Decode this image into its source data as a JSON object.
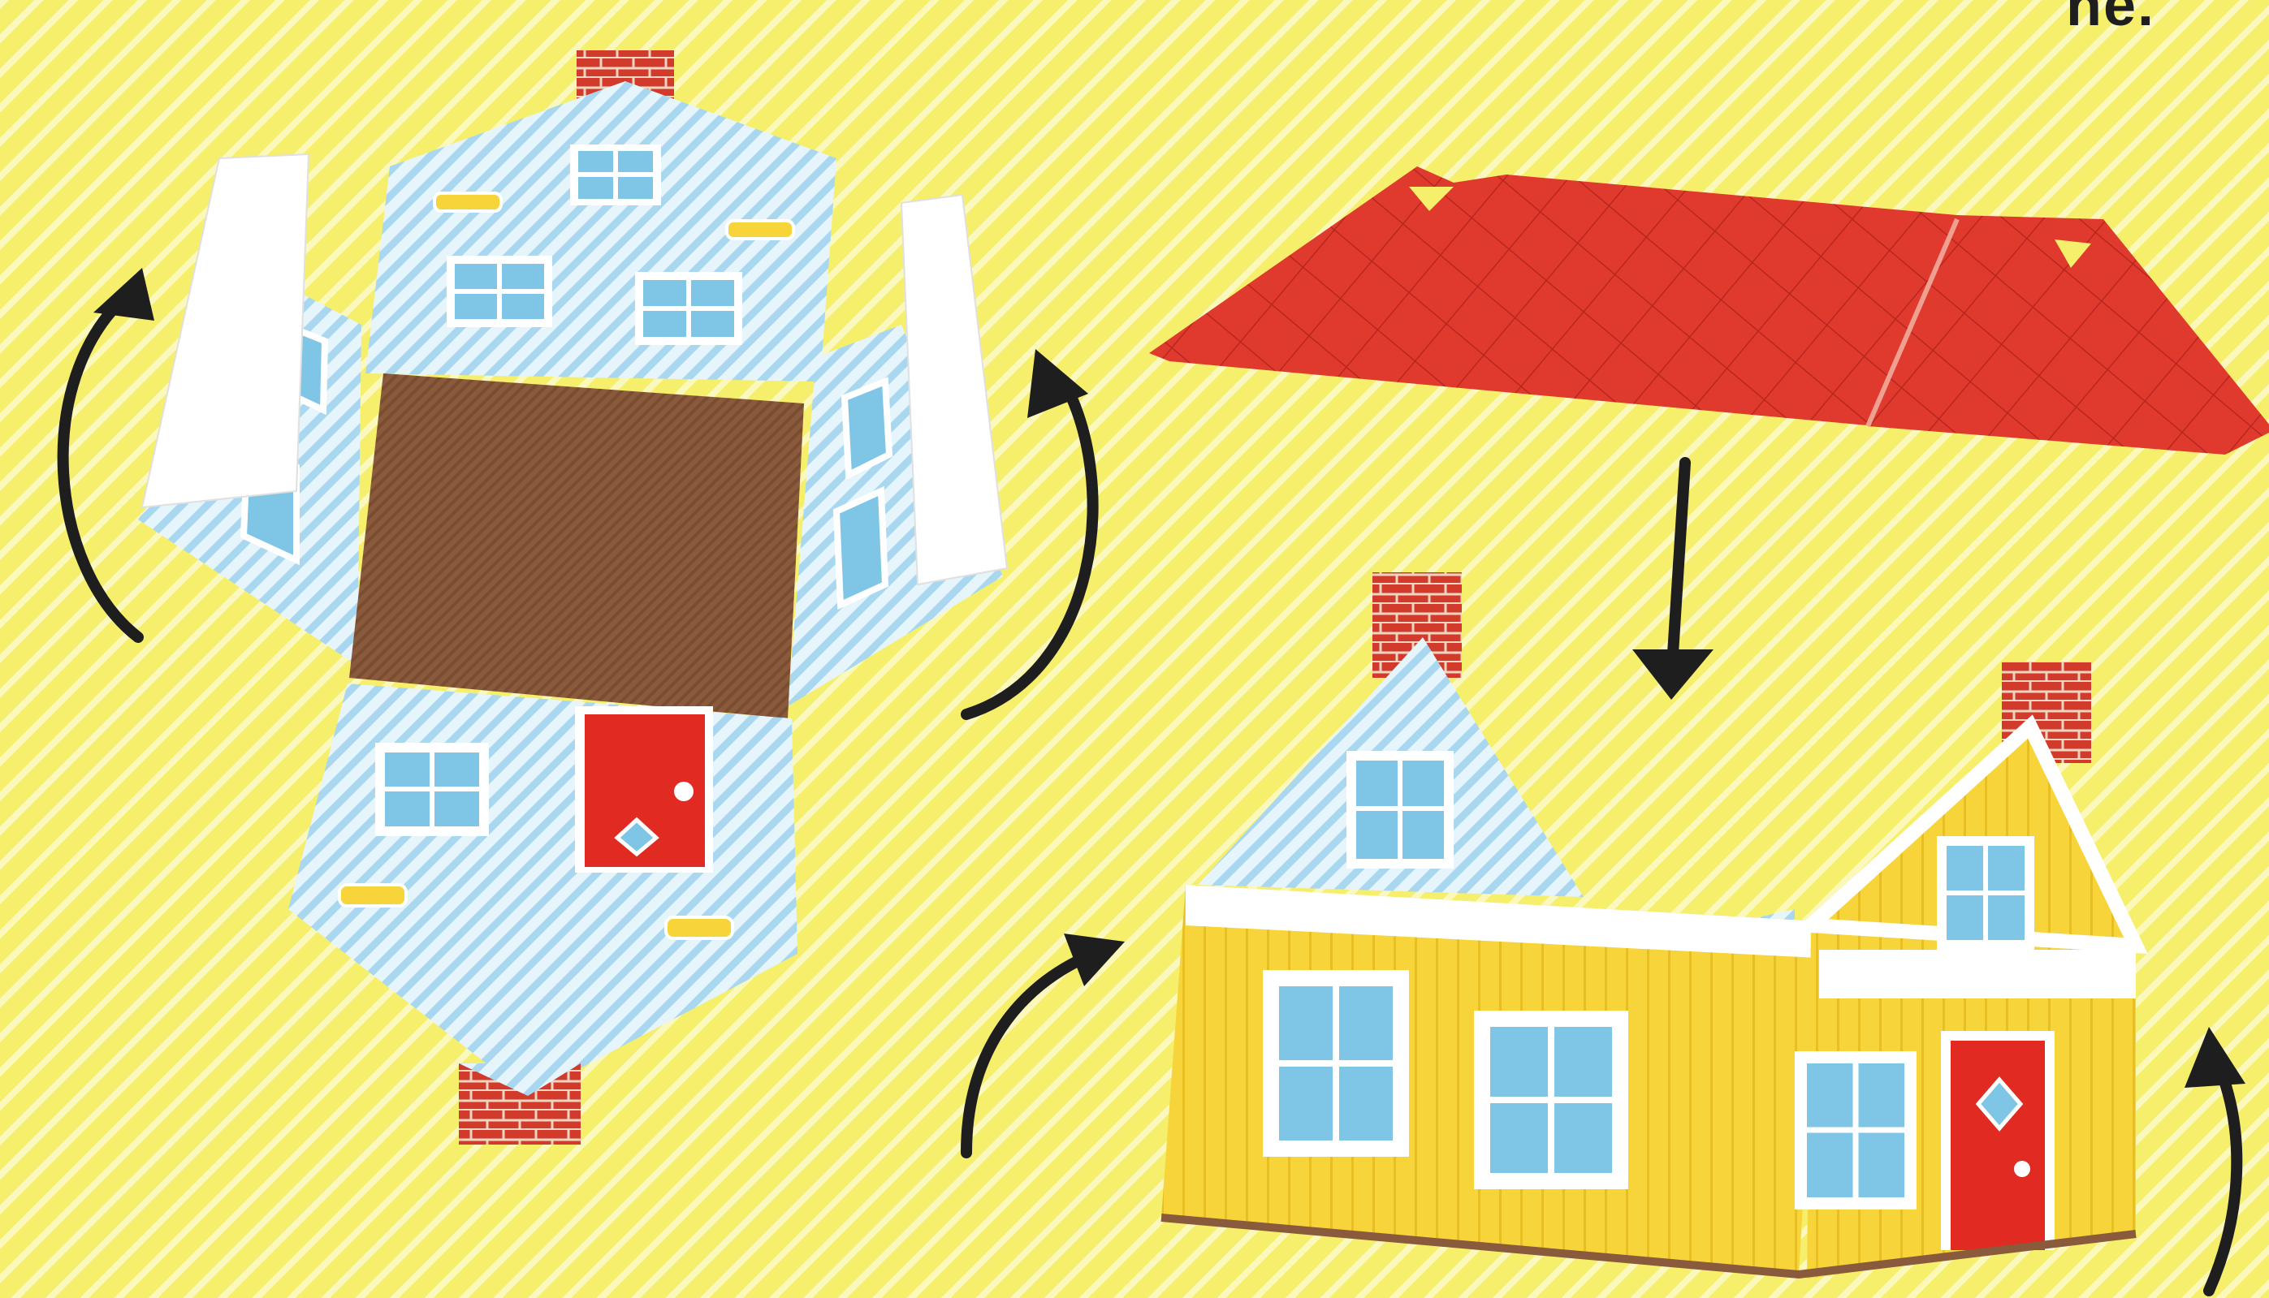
{
  "corner_text": "ne.",
  "colors": {
    "background": "#f6ef6c",
    "stripe": "#ffffff",
    "wall_blue": "#d8eef8",
    "wall_stripe": "#9fd2ee",
    "floor_brown": "#8a5a3c",
    "roof_red": "#e03a2e",
    "brick": "#d23a2b",
    "door_red": "#e02a22",
    "wall_yellow": "#f7d43a",
    "window_blue": "#7fc6e6",
    "arrow": "#1e1e1e"
  },
  "scene": {
    "steps": [
      {
        "id": "unfolded-house-net",
        "description_icon": "flat-net-icon"
      },
      {
        "id": "roof-piece",
        "description_icon": "roof-icon"
      },
      {
        "id": "assembled-house",
        "description_icon": "house-icon"
      }
    ],
    "arrows": [
      {
        "name": "fold-up-left-arrow-icon"
      },
      {
        "name": "fold-up-right-arrow-icon"
      },
      {
        "name": "roof-down-arrow-icon"
      },
      {
        "name": "assembled-fold-left-arrow-icon"
      },
      {
        "name": "assembled-fold-right-arrow-icon"
      }
    ]
  }
}
